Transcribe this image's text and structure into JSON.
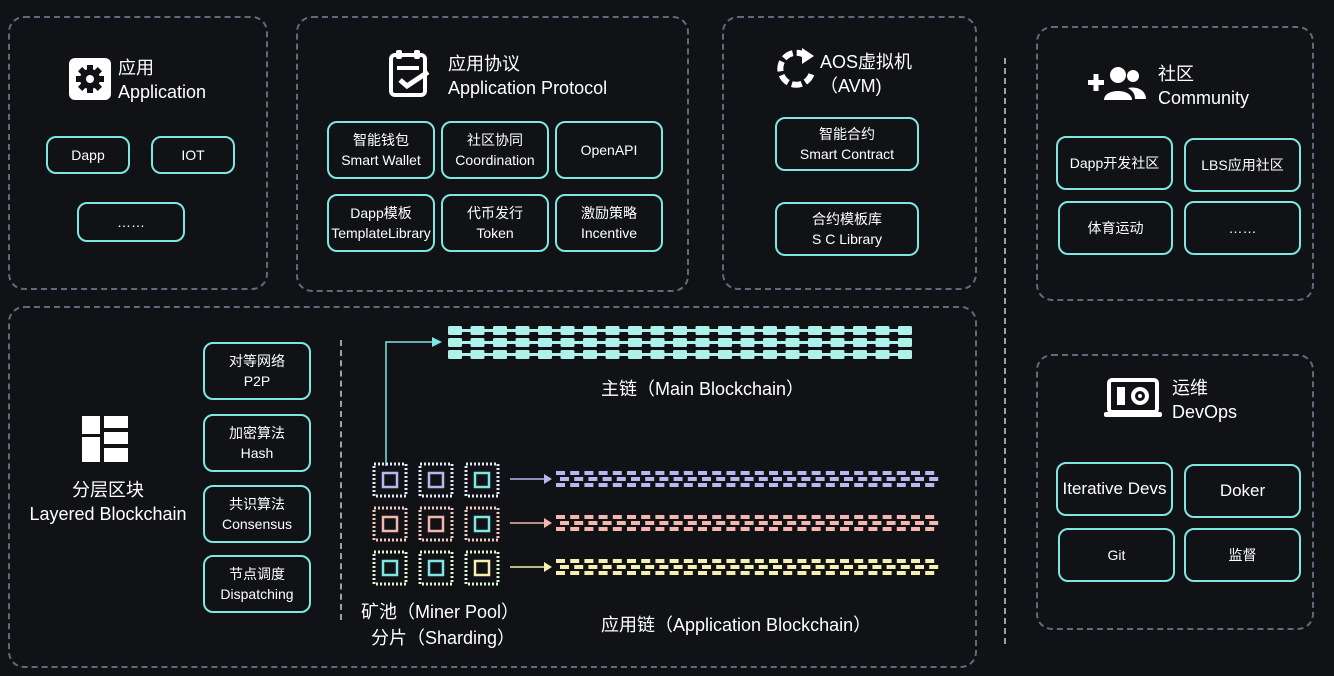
{
  "application": {
    "title_cn": "应用",
    "title_en": "Application",
    "icon": "gear-icon",
    "items": [
      "Dapp",
      "IOT",
      "……"
    ]
  },
  "protocol": {
    "title_cn": "应用协议",
    "title_en": "Application Protocol",
    "icon": "clipboard-check-icon",
    "items": [
      {
        "cn": "智能钱包",
        "en": "Smart Wallet"
      },
      {
        "cn": "社区协同",
        "en": "Coordination"
      },
      {
        "cn": "",
        "en": "OpenAPI"
      },
      {
        "cn": "Dapp模板",
        "en": "TemplateLibrary"
      },
      {
        "cn": "代币发行",
        "en": "Token"
      },
      {
        "cn": "激励策略",
        "en": "Incentive"
      }
    ]
  },
  "avm": {
    "title_cn": "AOS虚拟机",
    "title_en": "（AVM)",
    "icon": "refresh-icon",
    "items": [
      {
        "cn": "智能合约",
        "en": "Smart Contract"
      },
      {
        "cn": "合约模板库",
        "en": "S C Library"
      }
    ]
  },
  "community": {
    "title_cn": "社区",
    "title_en": "Community",
    "icon": "add-users-icon",
    "items": [
      "Dapp开发社区",
      "LBS应用社区",
      "体育运动",
      "……"
    ]
  },
  "devops": {
    "title_cn": "运维",
    "title_en": "DevOps",
    "icon": "monitor-gear-icon",
    "items": [
      "Iterative Devs",
      "Doker",
      "Git",
      "监督"
    ]
  },
  "layered": {
    "title_cn": "分层区块",
    "title_en": "Layered Blockchain",
    "icon": "blocks-icon",
    "items": [
      {
        "cn": "对等网络",
        "en": "P2P"
      },
      {
        "cn": "加密算法",
        "en": "Hash"
      },
      {
        "cn": "共识算法",
        "en": "Consensus"
      },
      {
        "cn": "节点调度",
        "en": "Dispatching"
      }
    ],
    "main_chain": "主链（Main Blockchain）",
    "miner_pool": "矿池（Miner Pool）",
    "sharding": "分片（Sharding）",
    "app_chain": "应用链（Application Blockchain）"
  },
  "colors": {
    "accent": "#7ee6e3",
    "border": "#5d6b7a",
    "main_chain": "#aef0ea",
    "row1": "#b9b7f2",
    "row2": "#f4b6ad",
    "row3": "#f4f0b0",
    "shard1": "#e6e4f7",
    "shard2": "#f4c7bf",
    "shard3": "#dcf5cf"
  }
}
